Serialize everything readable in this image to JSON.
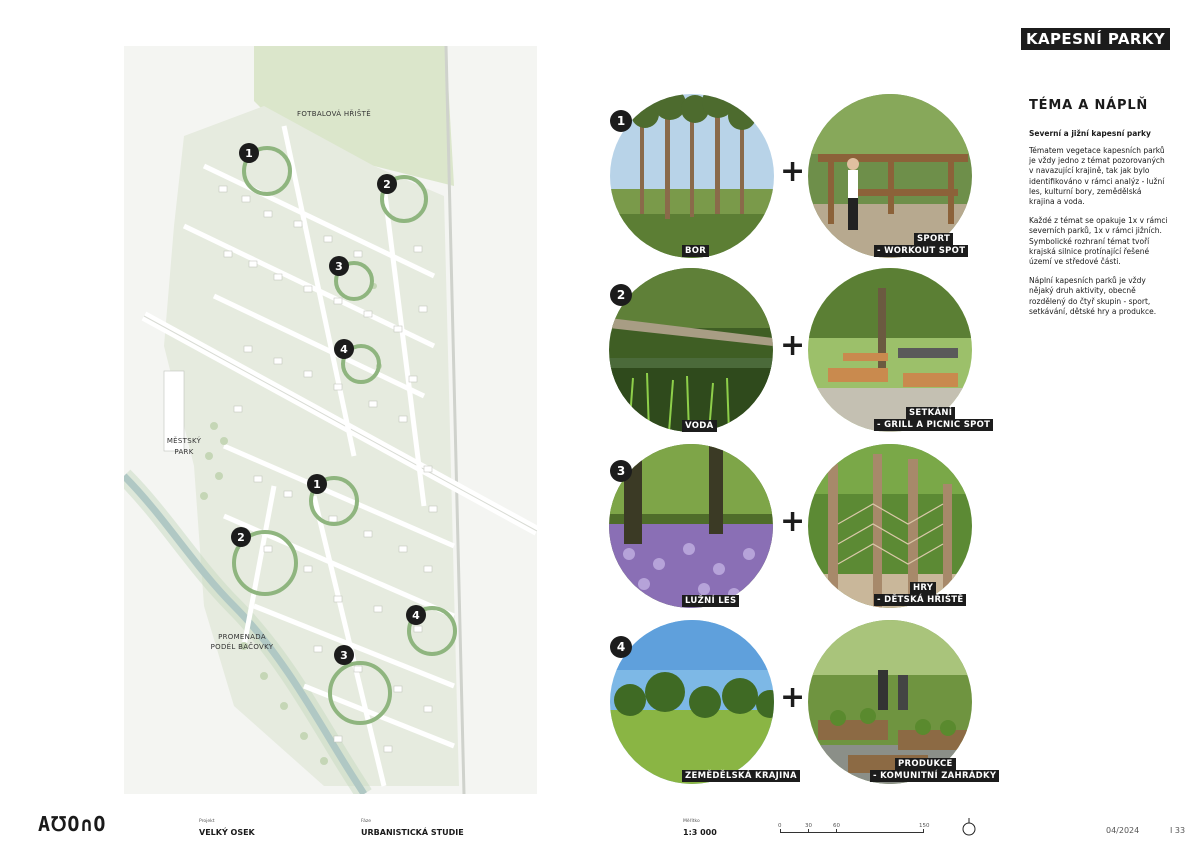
{
  "page_tag": "KAPESNÍ PARKY",
  "side": {
    "heading": "TÉMA A NÁPLŇ",
    "subheading": "Severní a jižní kapesní parky",
    "p1": "Tématem vegetace kapesních parků je vždy jedno z témat pozorovaných v navazující krajině, tak jak bylo identifikováno v rámci analýz - lužní les, kulturní bory, zemědělská krajina a voda.",
    "p2": "Každé z témat se opakuje 1x v rámci severních parků, 1x v rámci jižních. Symbolické rozhraní témat tvoří krajská silnice protínající řešené území ve středové části.",
    "p3": "Náplní kapesních parků je vždy nějaký druh aktivity, obecně rozdělený do čtyř skupin - sport, setkávání, dětské hry a produkce."
  },
  "map": {
    "label_football": "FOTBALOVÁ HŘIŠTĚ",
    "label_park_1": "MĚSTSKÝ",
    "label_park_2": "PARK",
    "label_promenade_1": "PROMENADA",
    "label_promenade_2": "PODÉL BAČOVKY",
    "markers": [
      "1",
      "2",
      "3",
      "4",
      "1",
      "2",
      "3",
      "4"
    ]
  },
  "rows": [
    {
      "num": "1",
      "left_label": "BOR",
      "right_label_1": "SPORT",
      "right_label_2": "- WORKOUT SPOT"
    },
    {
      "num": "2",
      "left_label": "VODA",
      "right_label_1": "SETKÁNÍ",
      "right_label_2": "- GRILL A PICNIC SPOT"
    },
    {
      "num": "3",
      "left_label": "LUŽNÍ LES",
      "right_label_1": "HRY",
      "right_label_2": "- DĚTSKÁ HŘIŠTĚ"
    },
    {
      "num": "4",
      "left_label": "ZEMĚDĚLSKÁ KRAJINA",
      "right_label_1": "PRODUKCE",
      "right_label_2": "- KOMUNITNÍ ZAHRÁDKY"
    }
  ],
  "plus_sign": "+",
  "footer": {
    "logo": "A℧O∩O",
    "project_label": "Projekt",
    "project_value": "VELKÝ OSEK",
    "phase_label": "Fáze",
    "phase_value": "URBANISTICKÁ STUDIE",
    "scale_label": "Měřítko",
    "scale_value": "1:3 000",
    "scale_ticks": [
      "0",
      "30",
      "60",
      "150"
    ],
    "date": "04/2024",
    "page": "I 33"
  },
  "colors": {
    "green_ring": "#8fb57f",
    "dark": "#1c1c1c",
    "map_bg": "#eef1ea",
    "field": "#dfe8cf"
  }
}
